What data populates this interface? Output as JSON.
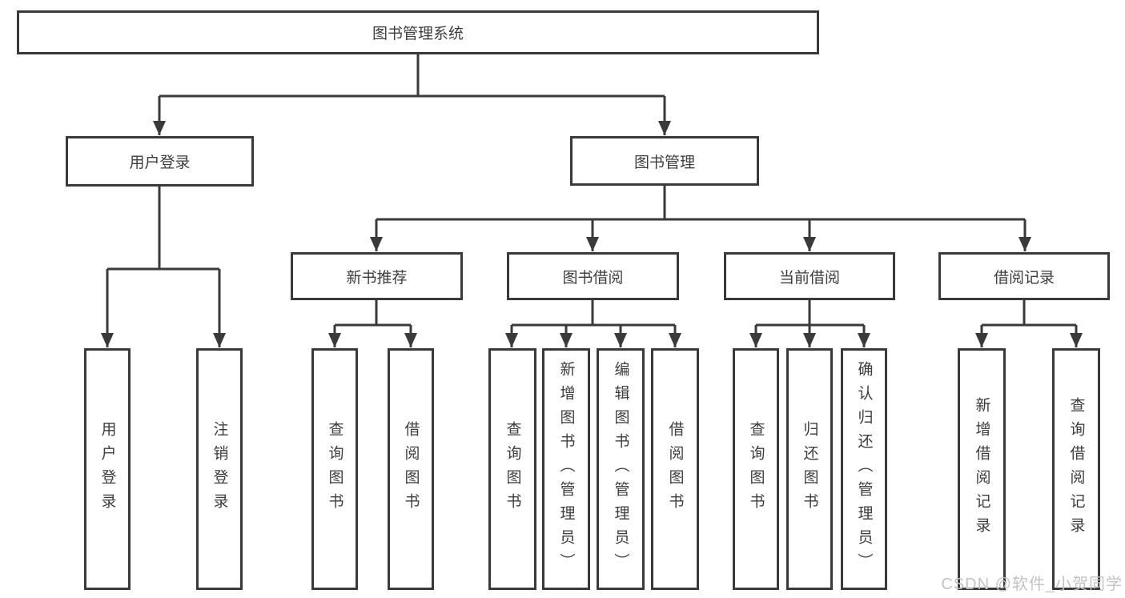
{
  "tree": {
    "label": "图书管理系统",
    "children": [
      {
        "label": "用户登录",
        "children": [
          {
            "label": "用户登录"
          },
          {
            "label": "注销登录"
          }
        ]
      },
      {
        "label": "图书管理",
        "children": [
          {
            "label": "新书推荐",
            "children": [
              {
                "label": "查询图书"
              },
              {
                "label": "借阅图书"
              }
            ]
          },
          {
            "label": "图书借阅",
            "children": [
              {
                "label": "查询图书"
              },
              {
                "label": "新增图书（管理员）"
              },
              {
                "label": "编辑图书（管理员）"
              },
              {
                "label": "借阅图书"
              }
            ]
          },
          {
            "label": "当前借阅",
            "children": [
              {
                "label": "查询图书"
              },
              {
                "label": "归还图书"
              },
              {
                "label": "确认归还（管理员）"
              }
            ]
          },
          {
            "label": "借阅记录",
            "children": [
              {
                "label": "新增借阅记录"
              },
              {
                "label": "查询借阅记录"
              }
            ]
          }
        ]
      }
    ]
  },
  "watermark": "CSDN @软件_小贺同学",
  "colors": {
    "line": "#3a3a3a",
    "text": "#3d3d3d",
    "watermark": "#c3c3c3",
    "background": "#ffffff"
  }
}
